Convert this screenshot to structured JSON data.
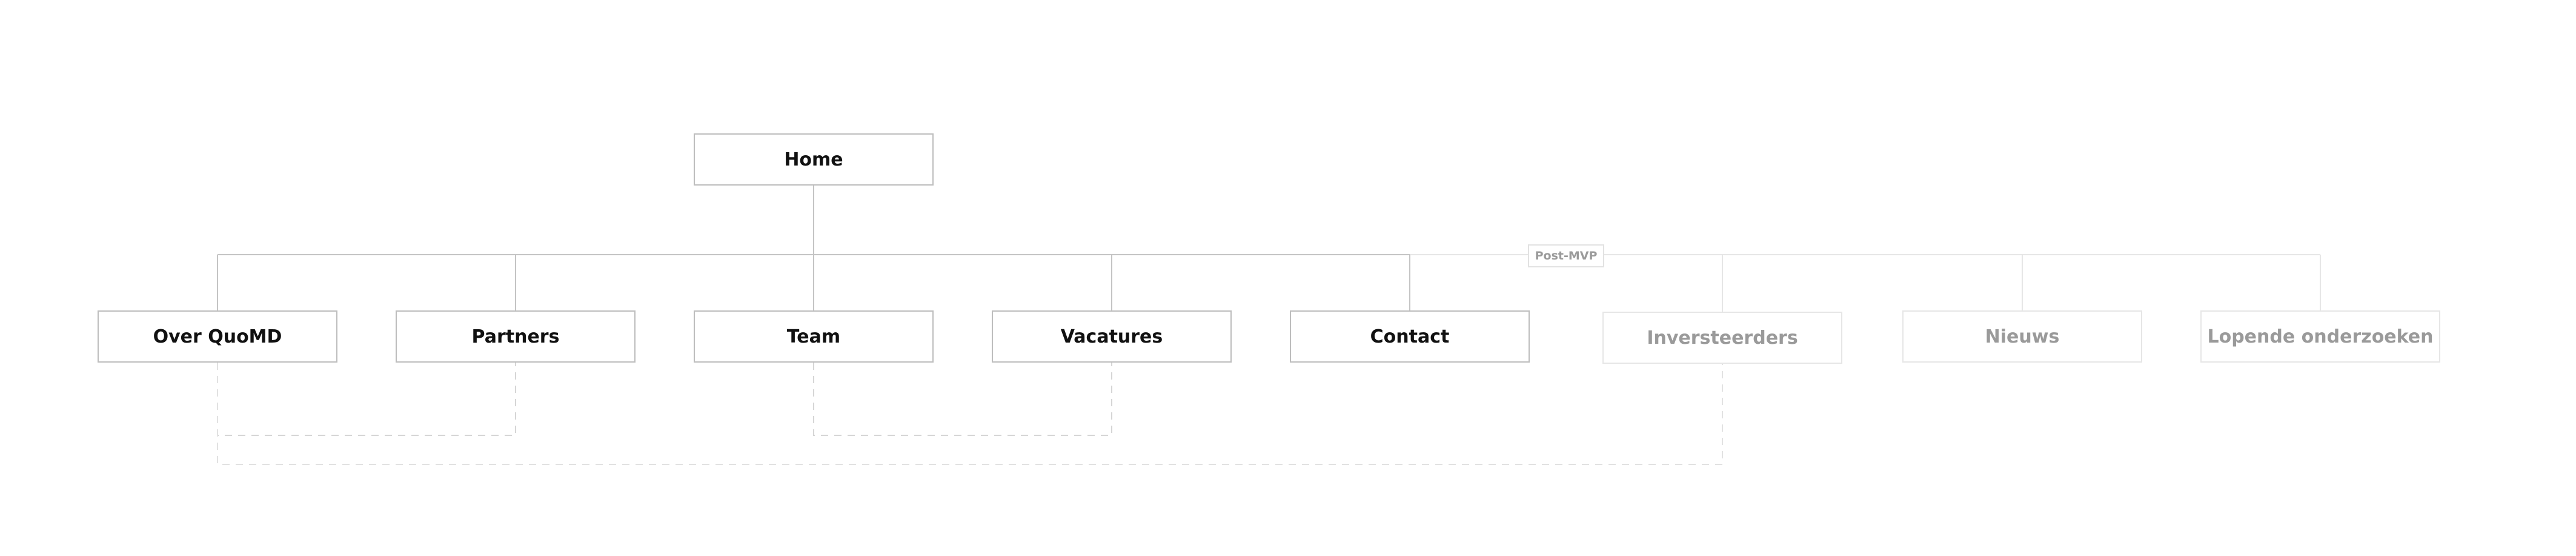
{
  "root": {
    "label": "Home"
  },
  "pages": [
    {
      "id": "over",
      "label": "Over QuoMD"
    },
    {
      "id": "partners",
      "label": "Partners"
    },
    {
      "id": "team",
      "label": "Team"
    },
    {
      "id": "vacatures",
      "label": "Vacatures"
    },
    {
      "id": "contact",
      "label": "Contact"
    },
    {
      "id": "inversteerders",
      "label": "Inversteerders"
    },
    {
      "id": "nieuws",
      "label": "Nieuws"
    },
    {
      "id": "lopende",
      "label": "Lopende onderzoeken"
    }
  ],
  "post_mvp": {
    "label": "Post-MVP",
    "pages": [
      "inversteerders",
      "nieuws",
      "lopende"
    ]
  },
  "dashed_links": [
    [
      "over",
      "partners"
    ],
    [
      "team",
      "vacatures"
    ],
    [
      "over",
      "inversteerders"
    ]
  ],
  "colors": {
    "line": "#c4c4c4",
    "post_line": "#e6e6e6",
    "dashed": "#d6d6d6",
    "text": "#111111",
    "post_text": "#9a9a9a"
  }
}
